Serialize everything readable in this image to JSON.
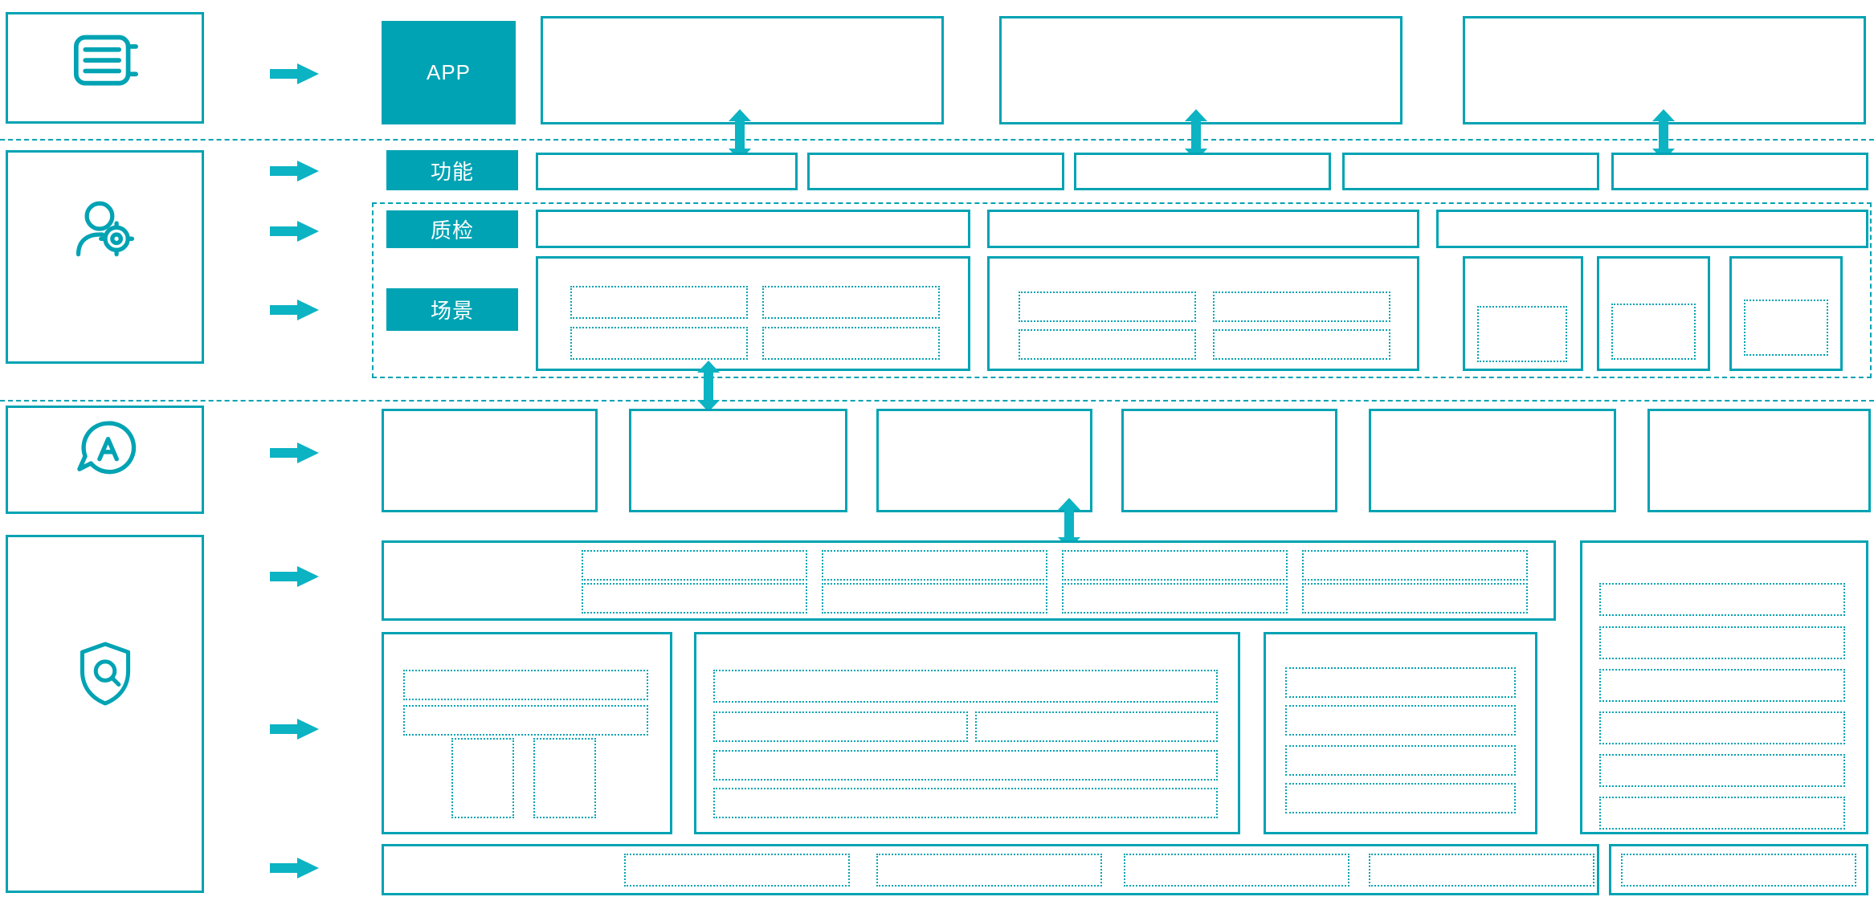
{
  "diagram": {
    "accent_color": "#00a3b3",
    "arrow_color": "#0cb3c3",
    "labels": {
      "app": "APP",
      "function": "功能",
      "quality_check": "质检",
      "scenario": "场景"
    },
    "icons": {
      "panel_1": "server-stack-icon",
      "panel_2": "user-gear-icon",
      "panel_3": "ai-head-icon",
      "panel_4": "shield-quality-icon"
    }
  }
}
